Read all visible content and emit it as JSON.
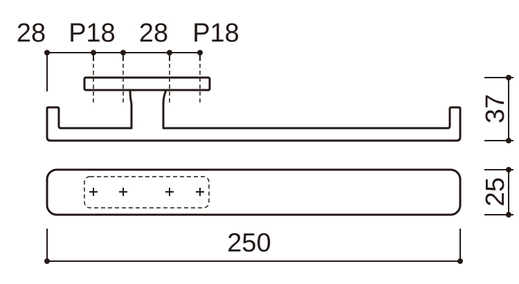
{
  "dimensions": {
    "top": [
      "28",
      "P18",
      "28",
      "P18"
    ],
    "height": "37",
    "depth": "25",
    "width": "250"
  },
  "colors": {
    "ink": "#231815",
    "background": "#ffffff"
  }
}
